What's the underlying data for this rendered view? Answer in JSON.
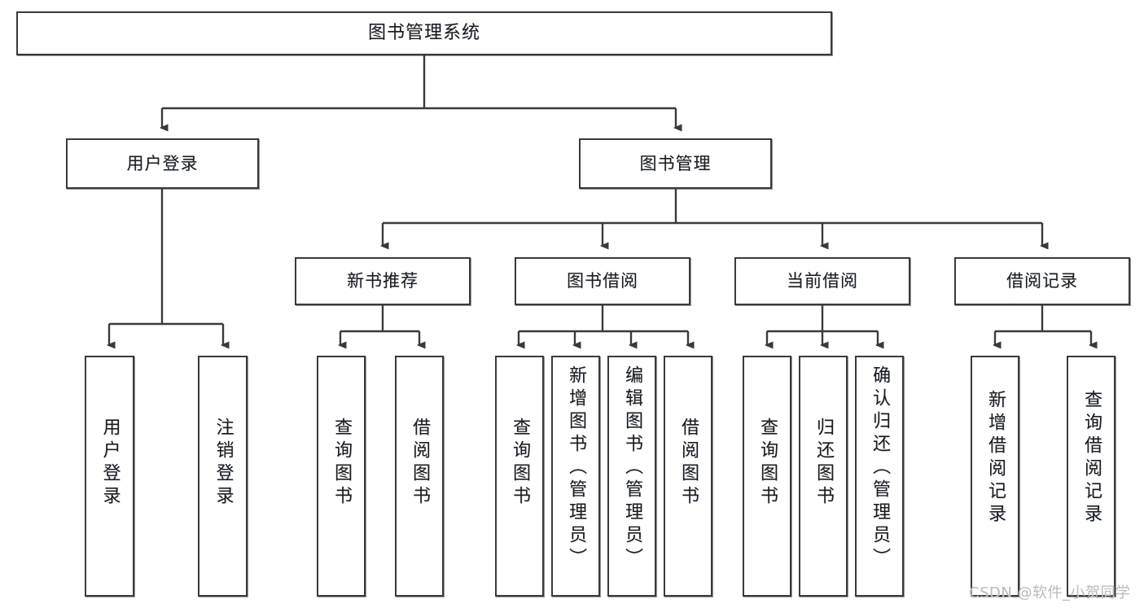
{
  "diagram": {
    "title": "图书管理系统",
    "type": "tree-hierarchy-chart",
    "watermark": "CSDN @软件_小贺同学",
    "style": {
      "box_fill": "#ffffff",
      "box_border": "#3a3a3a",
      "connector": "#3a3a3a",
      "text": "#1c1c1c",
      "background": "#ffffff",
      "watermark_color": "#b9b9b9"
    }
  },
  "nodes": {
    "root": {
      "label": "图书管理系统"
    },
    "level2": [
      {
        "label": "用户登录"
      },
      {
        "label": "图书管理"
      }
    ],
    "level3": [
      {
        "label": "新书推荐"
      },
      {
        "label": "图书借阅"
      },
      {
        "label": "当前借阅"
      },
      {
        "label": "借阅记录"
      }
    ],
    "leaves": {
      "user_login": [
        {
          "label": "用户登录"
        },
        {
          "label": "注销登录"
        }
      ],
      "new_book_recommend": [
        {
          "label": "查询图书"
        },
        {
          "label": "借阅图书"
        }
      ],
      "book_borrow": [
        {
          "label": "查询图书"
        },
        {
          "label": "新增图书（管理员）"
        },
        {
          "label": "编辑图书（管理员）"
        },
        {
          "label": "借阅图书"
        }
      ],
      "current_borrow": [
        {
          "label": "查询图书"
        },
        {
          "label": "归还图书"
        },
        {
          "label": "确认归还（管理员）"
        }
      ],
      "borrow_record": [
        {
          "label": "新增借阅记录"
        },
        {
          "label": "查询借阅记录"
        }
      ]
    }
  }
}
